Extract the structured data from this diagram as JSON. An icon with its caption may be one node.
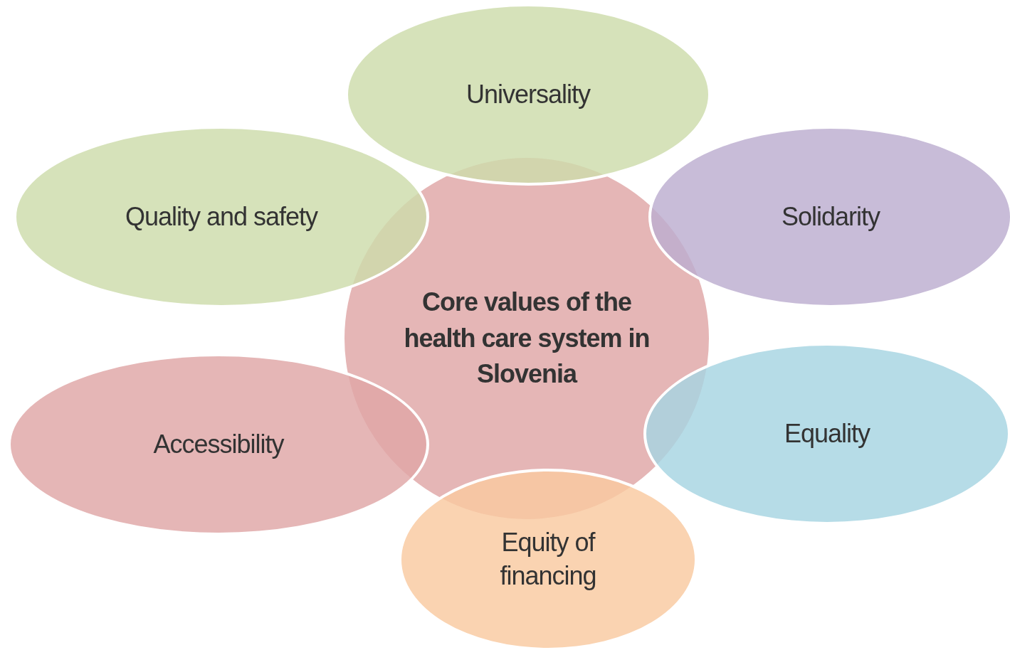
{
  "diagram": {
    "nodes": [
      {
        "text": [
          "Universality"
        ]
      },
      {
        "text": [
          "Quality and safety"
        ]
      },
      {
        "text": [
          "Solidarity"
        ]
      },
      {
        "text": [
          "Core values of the health care system in Slovenia"
        ]
      },
      {
        "text": [
          "Equality"
        ]
      },
      {
        "text": [
          "Accessibility"
        ]
      },
      {
        "text": [
          "Equity of financing"
        ]
      }
    ]
  }
}
